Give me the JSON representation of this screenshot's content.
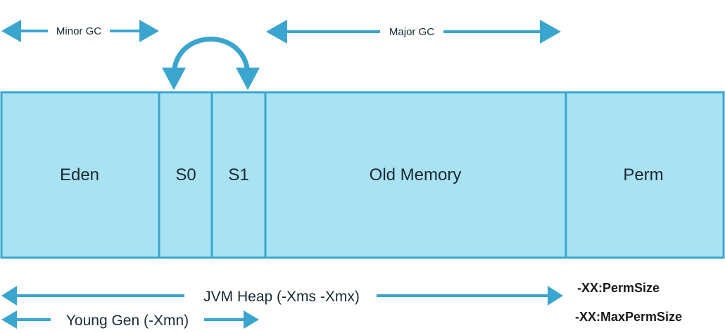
{
  "colors": {
    "region_fill": "#a9e2f3",
    "region_stroke": "#3aa6cf",
    "arrow": "#3aa6cf",
    "text": "#1a2a33"
  },
  "regions": {
    "eden": "Eden",
    "s0": "S0",
    "s1": "S1",
    "old_memory": "Old Memory",
    "perm": "Perm"
  },
  "arrows": {
    "minor_gc": "Minor GC",
    "major_gc": "Major GC",
    "jvm_heap": "JVM Heap (-Xms -Xmx)",
    "young_gen": "Young Gen (-Xmn)"
  },
  "perm_options": {
    "perm_size": "-XX:PermSize",
    "max_perm_size": "-XX:MaxPermSize"
  }
}
